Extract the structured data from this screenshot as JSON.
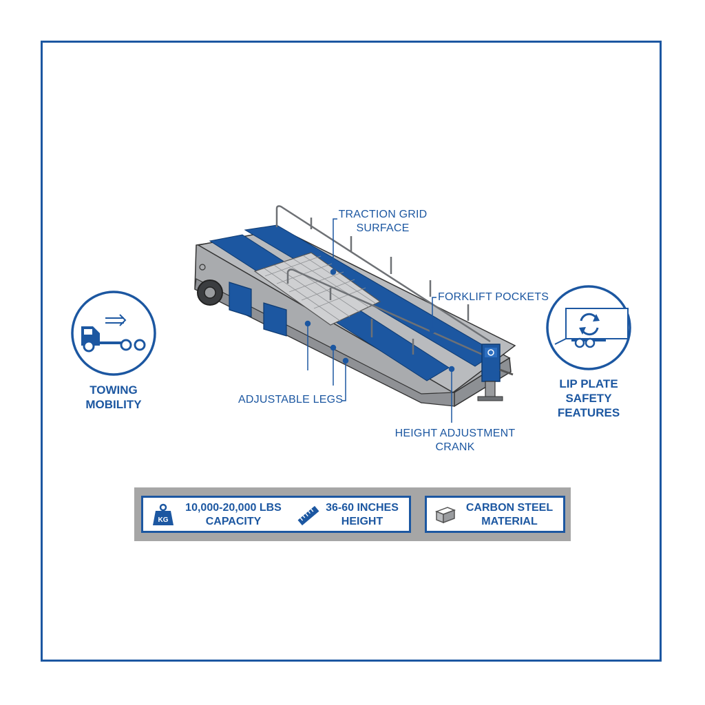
{
  "colors": {
    "brand_blue": "#1c57a1",
    "steel": "#a9abae",
    "steel_dark": "#7c7f83",
    "spec_bar": "#a6a6a6"
  },
  "callouts": {
    "traction": [
      "TRACTION GRID",
      "SURFACE"
    ],
    "forklift": "FORKLIFT POCKETS",
    "legs": "ADJUSTABLE LEGS",
    "crank": [
      "HEIGHT ADJUSTMENT",
      "CRANK"
    ]
  },
  "features": {
    "towing": {
      "icon": "truck-towing-icon",
      "lines": [
        "TOWING",
        "MOBILITY"
      ]
    },
    "lip_plate": {
      "icon": "trailer-cycle-icon",
      "lines": [
        "LIP PLATE",
        "SAFETY",
        "FEATURES"
      ]
    }
  },
  "specs": [
    {
      "icon": "kg-weight-icon",
      "icon_text": "KG",
      "lines": [
        "10,000-20,000 LBS",
        "CAPACITY"
      ]
    },
    {
      "icon": "ruler-icon",
      "lines": [
        "36-60 INCHES",
        "HEIGHT"
      ]
    },
    {
      "icon": "steel-block-icon",
      "lines": [
        "CARBON STEEL",
        "MATERIAL"
      ]
    }
  ]
}
